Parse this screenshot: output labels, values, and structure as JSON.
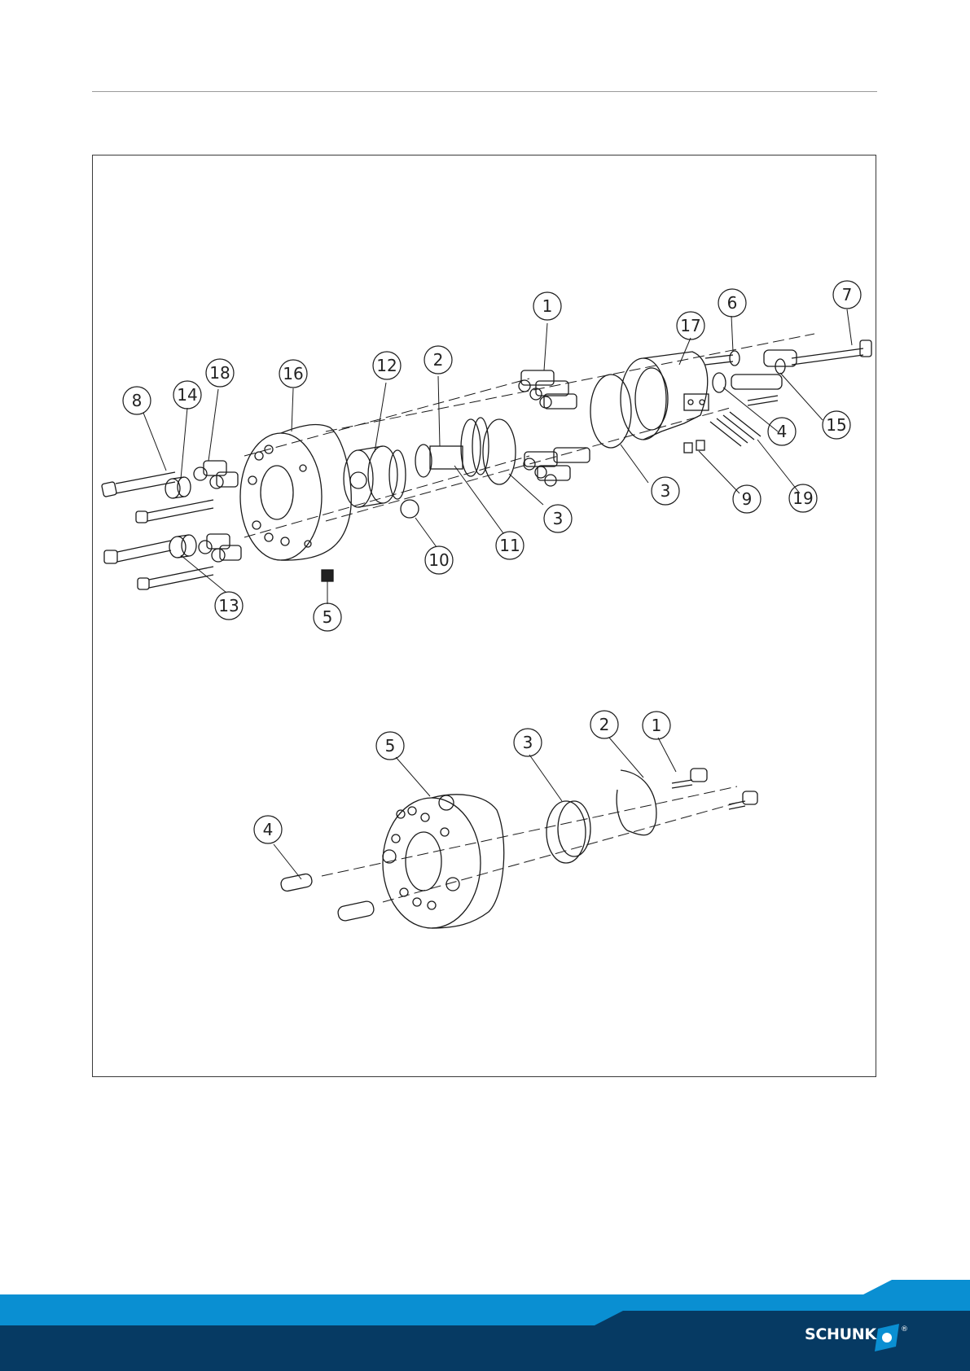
{
  "brand": {
    "name": "SCHUNK",
    "registered_mark": "®",
    "colors": {
      "light_blue": "#0a8fd2",
      "dark_blue": "#063a63"
    }
  },
  "drawing_top": {
    "callouts": [
      "1",
      "17",
      "6",
      "7",
      "18",
      "16",
      "12",
      "2",
      "8",
      "14",
      "4",
      "15",
      "3",
      "9",
      "19",
      "3",
      "11",
      "10",
      "13",
      "5"
    ]
  },
  "drawing_bottom": {
    "callouts": [
      "2",
      "1",
      "5",
      "3",
      "4"
    ]
  }
}
